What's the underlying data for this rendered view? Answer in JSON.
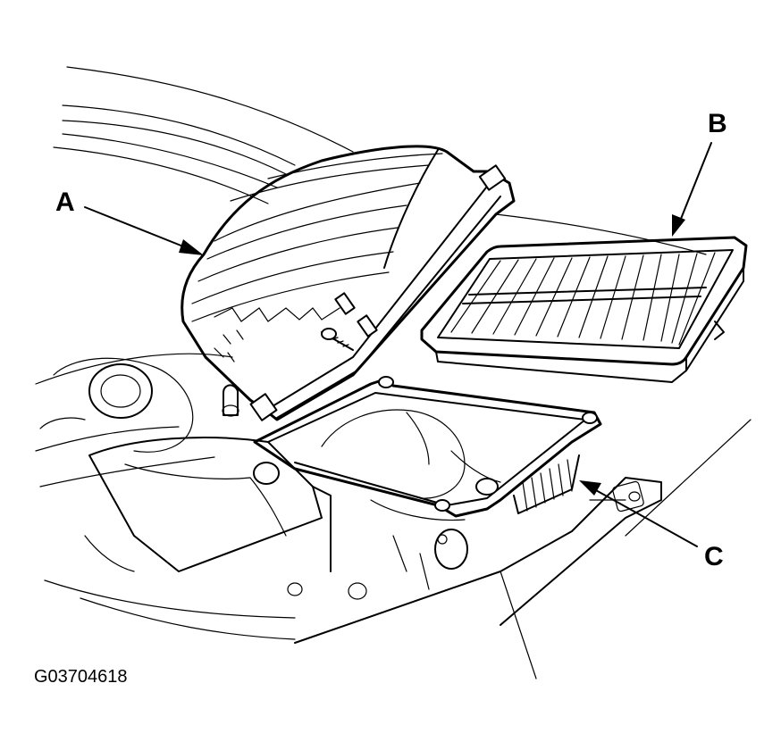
{
  "figure_id": "G03704618",
  "callouts": {
    "a": "A",
    "b": "B",
    "c": "C"
  },
  "colors": {
    "ink": "#000000",
    "paper": "#ffffff"
  }
}
